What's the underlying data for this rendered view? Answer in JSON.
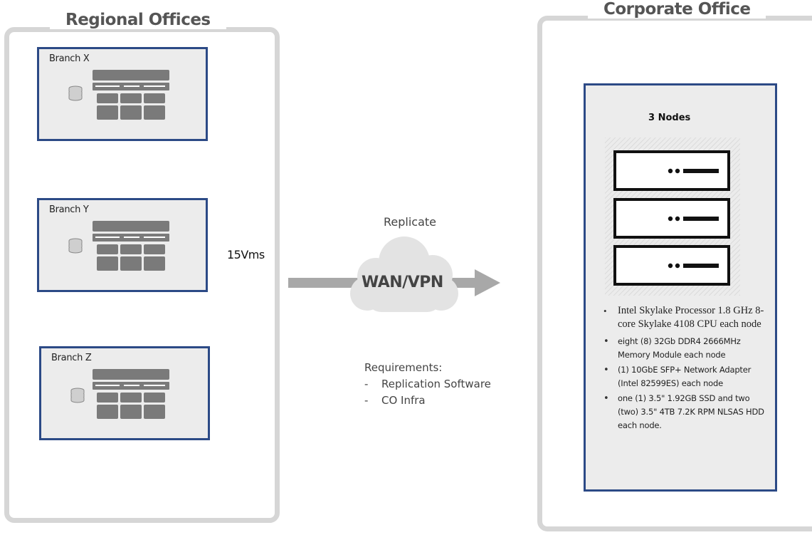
{
  "regional": {
    "title": "Regional Offices",
    "branches": [
      {
        "label": "Branch X"
      },
      {
        "label": "Branch Y"
      },
      {
        "label": "Branch Z"
      }
    ],
    "vms_label": "15Vms"
  },
  "link": {
    "replicate_label": "Replicate",
    "cloud_label": "WAN/VPN",
    "requirements_heading": "Requirements:",
    "requirements": [
      "Replication Software",
      "CO Infra"
    ],
    "dash": "-"
  },
  "corporate": {
    "title": "Corporate Office",
    "nodes_label": "3 Nodes",
    "specs": [
      "Intel Skylake Processor 1.8 GHz 8-core Skylake 4108 CPU each node",
      "eight (8) 32Gb DDR4 2666MHz Memory Module each node",
      "(1) 10GbE SFP+ Network Adapter (Intel 82599ES) each node",
      "one (1) 3.5\" 1.92GB SSD and two (two) 3.5\" 4TB 7.2K RPM NLSAS HDD each node."
    ]
  },
  "colors": {
    "frame_gray": "#d6d6d6",
    "box_border_blue": "#2c4a86",
    "box_fill": "#ececec",
    "icon_gray": "#777777",
    "arrow_gray": "#a8a8a8",
    "cloud_fill": "#e3e3e3"
  },
  "icons": {
    "database": "database-icon",
    "application": "app-grid-icon",
    "server": "server-icon",
    "cloud": "cloud-icon",
    "arrow": "arrow-right-icon"
  }
}
